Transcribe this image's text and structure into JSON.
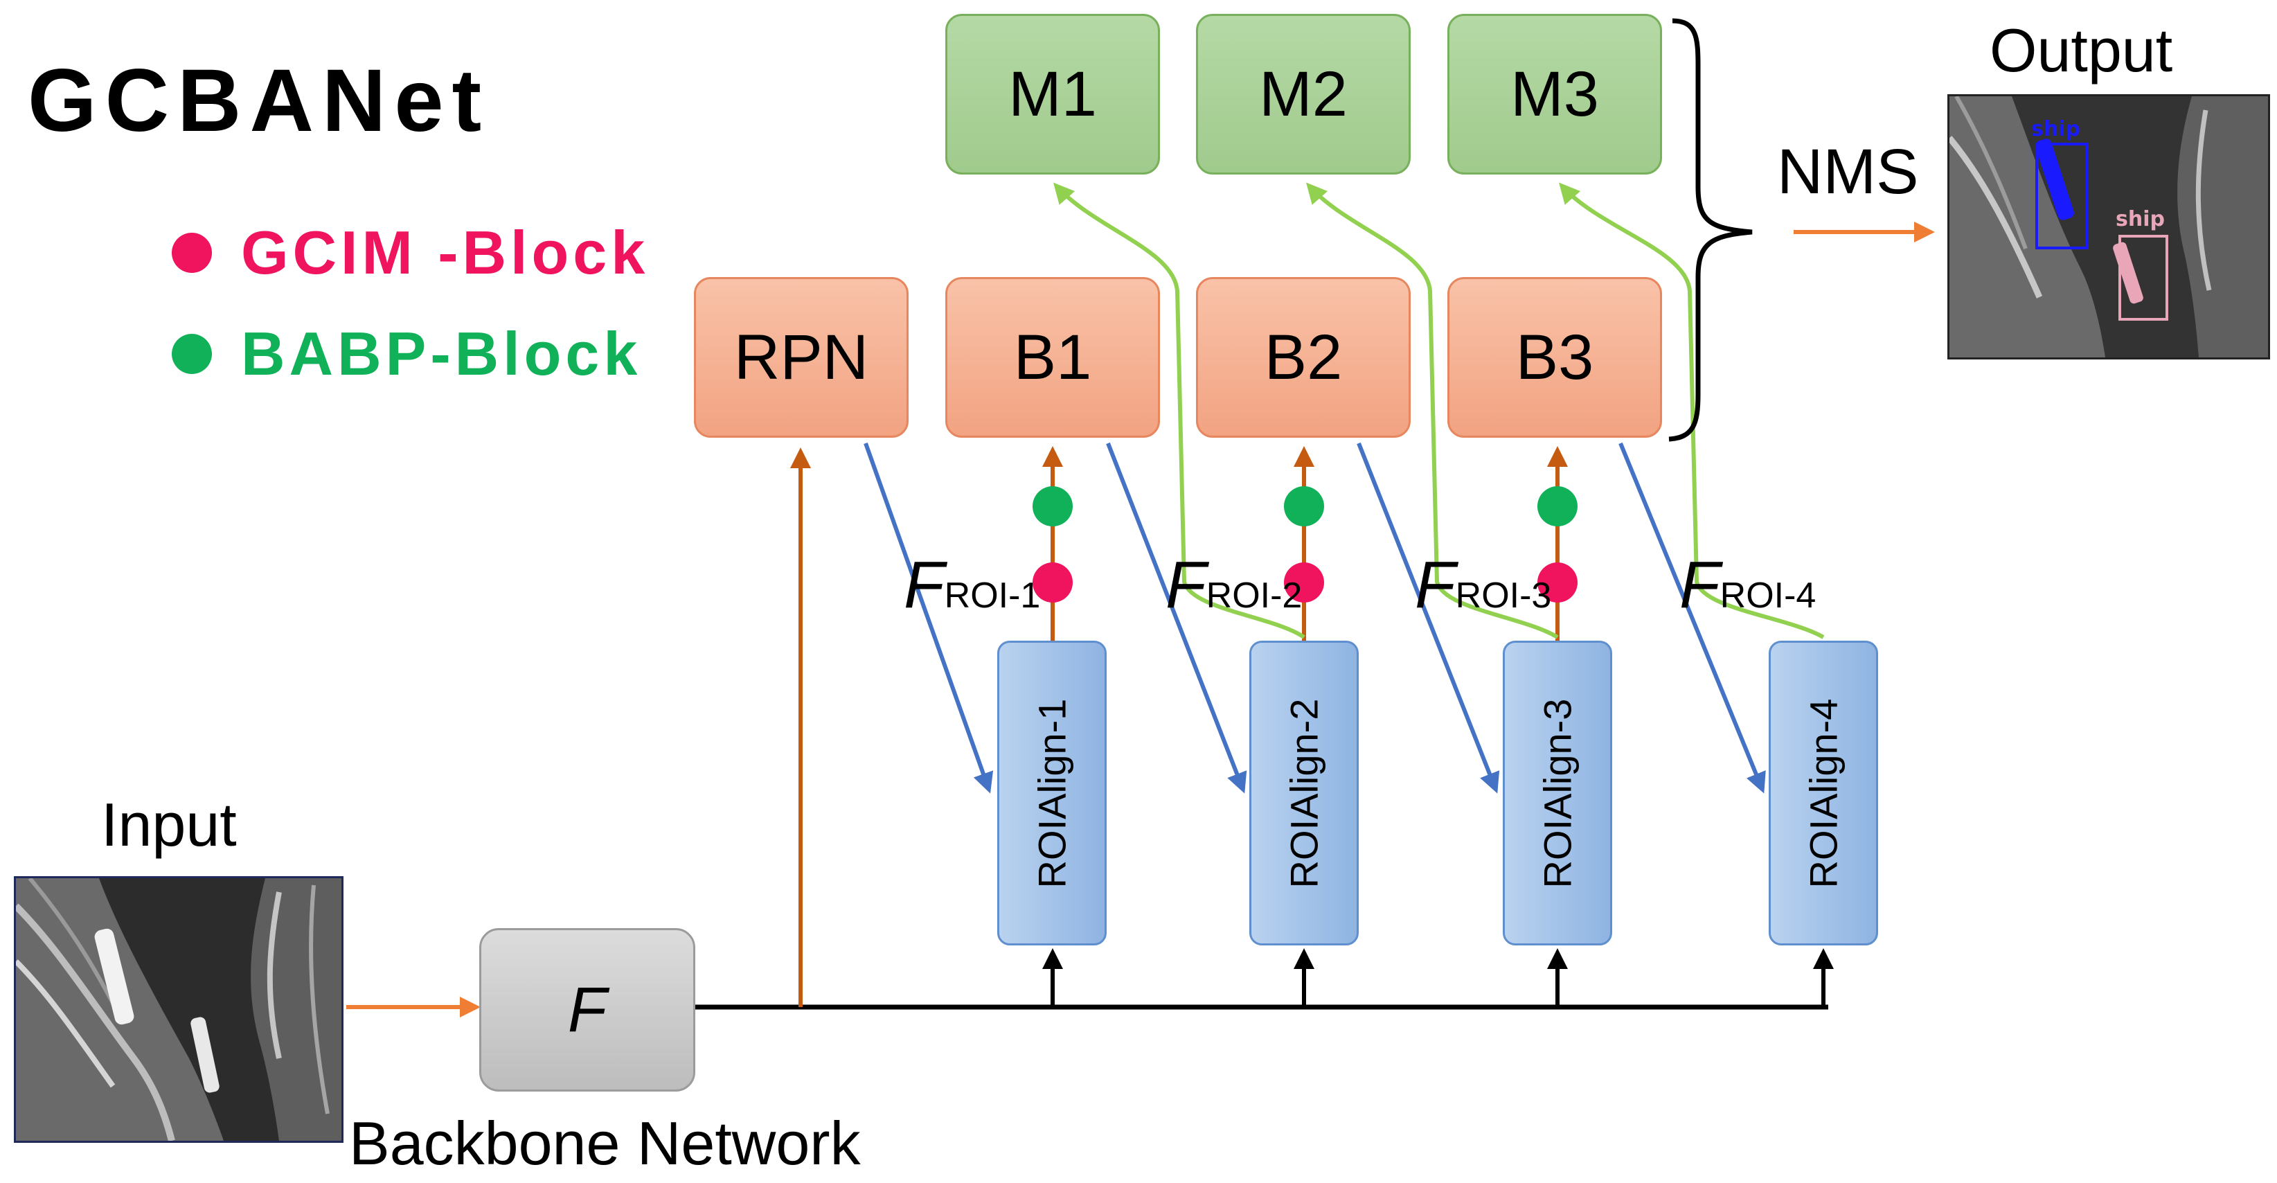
{
  "title": "GCBANet",
  "legend": [
    {
      "label": "GCIM -Block",
      "color": "#f0135e"
    },
    {
      "label": "BABP-Block",
      "color": "#10b159"
    }
  ],
  "heads": {
    "m1": "M1",
    "m2": "M2",
    "m3": "M3"
  },
  "stages": {
    "rpn": "RPN",
    "b1": "B1",
    "b2": "B2",
    "b3": "B3"
  },
  "roi_align": {
    "r1": "ROIAlign-1",
    "r2": "ROIAlign-2",
    "r3": "ROIAlign-3",
    "r4": "ROIAlign-4"
  },
  "features": [
    {
      "symbol": "F",
      "sub": "ROI-1"
    },
    {
      "symbol": "F",
      "sub": "ROI-2"
    },
    {
      "symbol": "F",
      "sub": "ROI-3"
    },
    {
      "symbol": "F",
      "sub": "ROI-4"
    }
  ],
  "backbone": {
    "symbol": "F",
    "label": "Backbone Network"
  },
  "input_label": "Input",
  "output_label": "Output",
  "nms_label": "NMS",
  "detections": [
    {
      "label": "ship",
      "color": "#1a1aff"
    },
    {
      "label": "ship",
      "color": "#e8a6b8"
    }
  ],
  "colors": {
    "arrow_orange": "#ef7d33",
    "arrow_brown": "#c55a11",
    "arrow_blue": "#4472c4",
    "arrow_green": "#92d050",
    "line_black": "#000000"
  }
}
